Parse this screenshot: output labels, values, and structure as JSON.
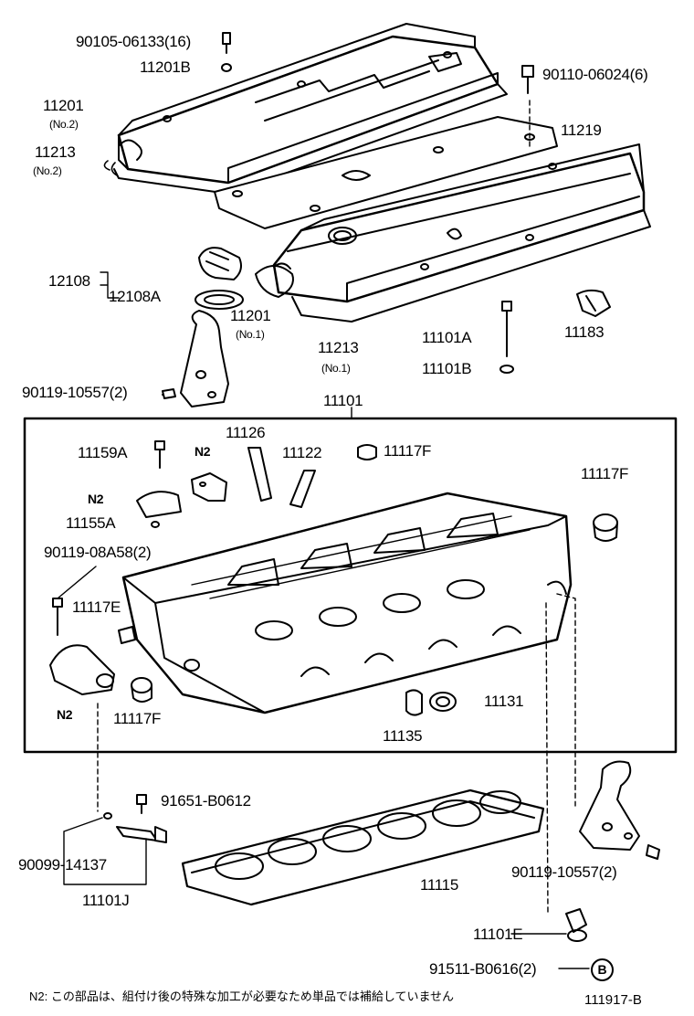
{
  "labels": {
    "p90105": "90105-06133(16)",
    "p11201b": "11201B",
    "p90110": "90110-06024(6)",
    "p11201n2": "11201",
    "no2a": "(No.2)",
    "p11213n2": "11213",
    "no2b": "(No.2)",
    "p11219": "11219",
    "p12108": "12108",
    "p12108a": "12108A",
    "p11201n1": "11201",
    "no1a": "(No.1)",
    "p11213n1": "11213",
    "no1b": "(No.1)",
    "p11101a": "11101A",
    "p11101b": "11101B",
    "p11183": "11183",
    "p90119top": "90119-10557(2)",
    "p11101": "11101",
    "p11126": "11126",
    "p11159a": "11159A",
    "n2a": "N2",
    "p11122": "11122",
    "p11117f1": "11117F",
    "n2b": "N2",
    "p11117f2": "11117F",
    "p11155a": "11155A",
    "p90119_08": "90119-08A58(2)",
    "p11117e": "11117E",
    "n2c": "N2",
    "p11117f3": "11117F",
    "p11131": "11131",
    "p11135": "11135",
    "p91651": "91651-B0612",
    "p90099": "90099-14137",
    "p11101j": "11101J",
    "p11115": "11115",
    "p90119bot": "90119-10557(2)",
    "p11101e": "11101E",
    "p91511": "91511-B0616(2)",
    "circle_b": "B"
  },
  "footer": {
    "note": "N2: この部品は、組付け後の特殊な加工が必要なため単品では補給していません",
    "code": "111917-B"
  }
}
